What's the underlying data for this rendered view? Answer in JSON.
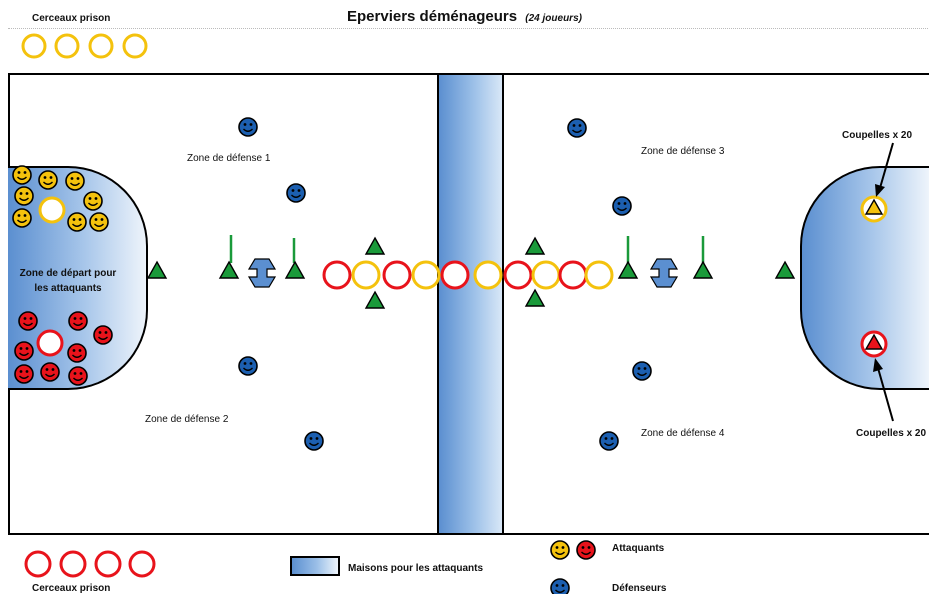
{
  "title": {
    "main": "Eperviers déménageurs",
    "sub": "(24 joueurs)"
  },
  "prison_top_label": "Cerceaux prison",
  "prison_bottom_label": "Cerceaux prison",
  "zones": {
    "def1": "Zone de défense 1",
    "def2": "Zone de défense 2",
    "def3": "Zone de défense 3",
    "def4": "Zone de défense 4",
    "start": "Zone de départ pour les attaquants"
  },
  "coupelles_top": "Coupelles x 20",
  "coupelles_bottom": "Coupelles x 20",
  "legend": {
    "houses": "Maisons pour les attaquants",
    "attackers": "Attaquants",
    "defenders": "Défenseurs"
  },
  "colors": {
    "yellow": "#f4c20d",
    "red": "#e8131b",
    "blue_defender": "#1c5fb0",
    "green_cone": "#1a9a3a",
    "house_blue": "#5b8fd0"
  },
  "icons": [
    "smiley-yellow-icon",
    "smiley-red-icon",
    "smiley-blue-icon",
    "cone-icon",
    "hoop-icon",
    "double-arrow-icon",
    "arrow-icon"
  ]
}
